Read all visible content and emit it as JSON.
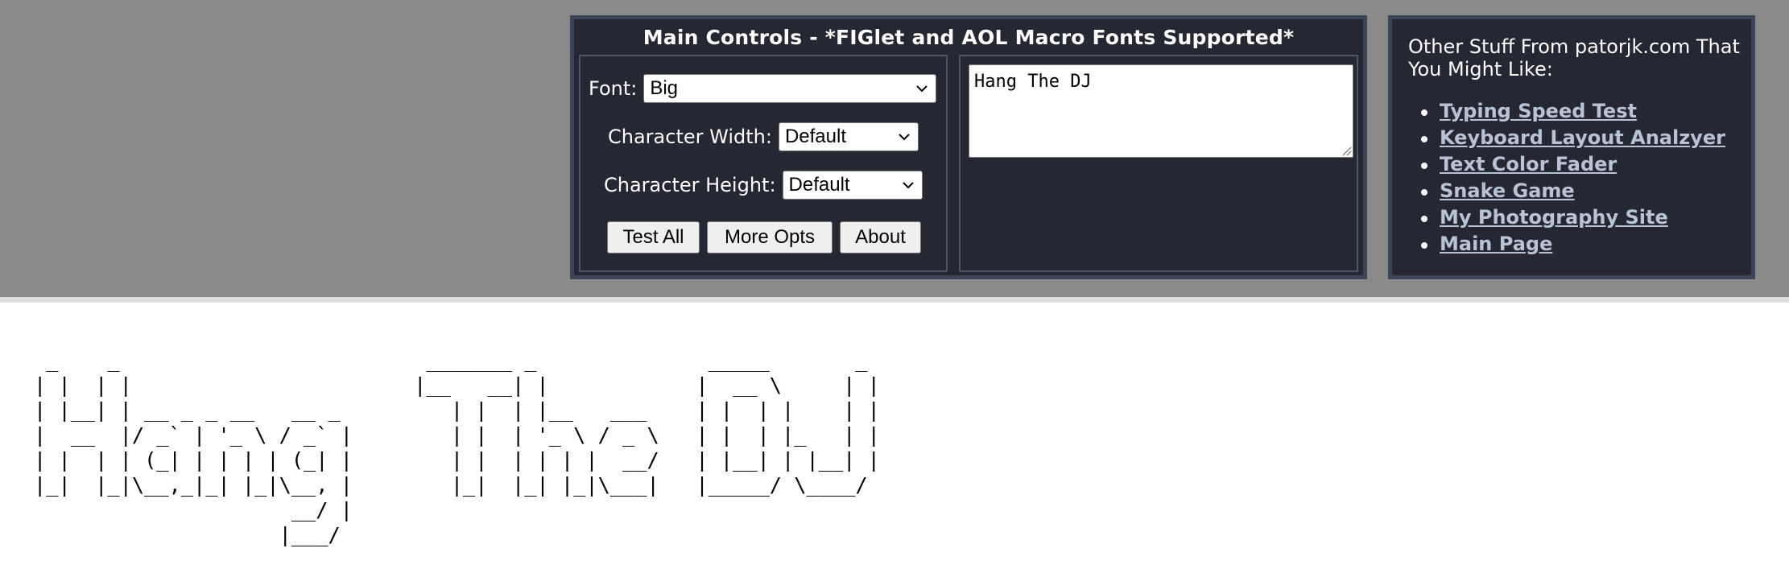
{
  "main_controls": {
    "title": "Main Controls - *FIGlet and AOL Macro Fonts Supported*",
    "font": {
      "label": "Font:",
      "value": "Big"
    },
    "char_width": {
      "label": "Character Width:",
      "value": "Default"
    },
    "char_height": {
      "label": "Character Height:",
      "value": "Default"
    },
    "buttons": {
      "test_all": "Test All",
      "more_opts": "More Opts",
      "about": "About"
    },
    "input_text": "Hang The DJ"
  },
  "other_stuff": {
    "heading": "Other Stuff From patorjk.com That You Might Like:",
    "links": [
      "Typing Speed Test",
      "Keyboard Layout Analzyer",
      "Text Color Fader",
      "Snake Game",
      "My Photography Site",
      "Main Page"
    ]
  },
  "output": {
    "ascii_art": " _    _                         _______ _              _____       _ \n| |  | |                       |__   __| |            |  __ \\     | |\n| |__| | __ _ _ __   __ _         | |  | |__   ___    | |  | |    | |\n|  __  |/ _` | '_ \\ / _` |        | |  | '_ \\ / _ \\   | |  | |_   | |\n| |  | | (_| | | | | (_| |        | |  | | | |  __/   | |__| | |__| |\n|_|  |_|\\__,_|_| |_|\\__, |        |_|  |_| |_|\\___|   |_____/ \\____/ \n                     __/ |                                           \n                    |___/                                            "
  },
  "colors": {
    "panel_bg": "#252733",
    "panel_border": "#3c4458",
    "page_band": "#8a8a8a",
    "link": "#b9c3d6"
  }
}
